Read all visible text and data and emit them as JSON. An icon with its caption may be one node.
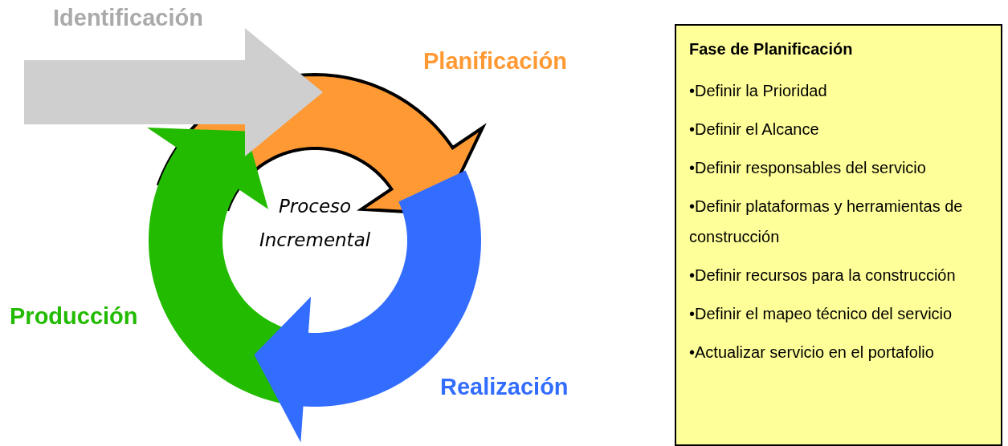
{
  "diagram": {
    "nodes": [
      {
        "text": [
          "Fase de Planificación",
          "•Definir la Prioridad",
          "•Definir el Alcance",
          "•Definir responsables del servicio",
          "•Definir plataformas y herramientas de construcción",
          "•Definir recursos para la construcción",
          "•Definir el mapeo técnico del servicio",
          "•Actualizar servicio en el portafolio"
        ]
      }
    ],
    "labels": [
      "Identificación",
      "Planificación",
      "Proceso Incremental",
      "Producción",
      "Realización"
    ]
  }
}
